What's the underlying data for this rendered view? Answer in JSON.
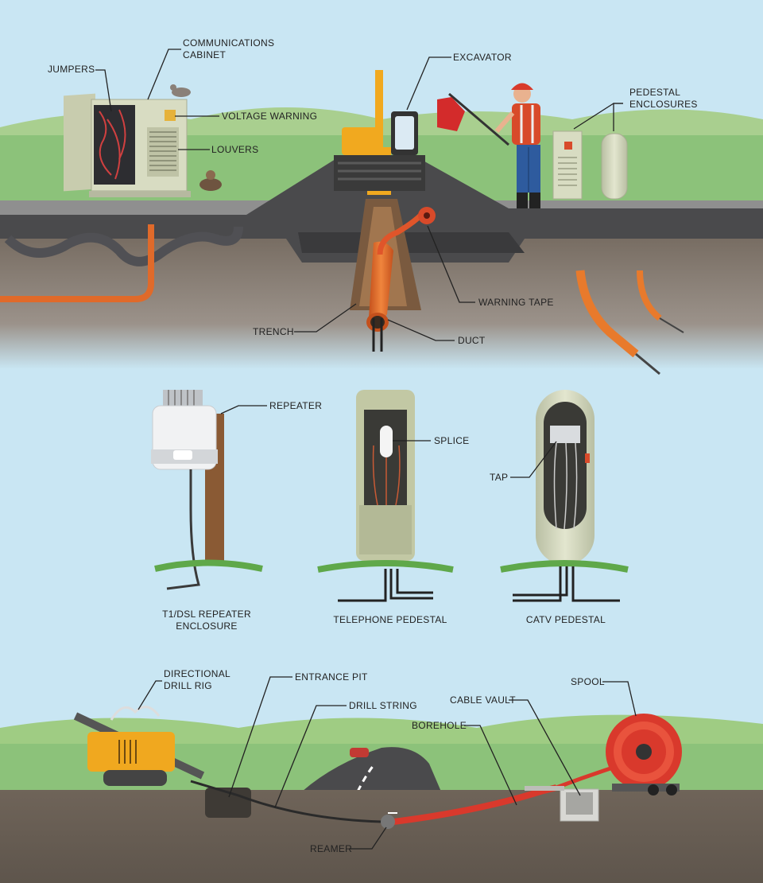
{
  "labels": {
    "communications_cabinet": [
      "COMMUNICATIONS",
      "CABINET"
    ],
    "jumpers": "JUMPERS",
    "voltage_warning": "VOLTAGE WARNING",
    "louvers": "LOUVERS",
    "excavator": "EXCAVATOR",
    "pedestal_enclosures": [
      "PEDESTAL",
      "ENCLOSURES"
    ],
    "warning_tape": "WARNING TAPE",
    "trench": "TRENCH",
    "duct": "DUCT",
    "repeater": "REPEATER",
    "splice": "SPLICE",
    "tap": "TAP",
    "repeater_enclosure": [
      "T1/DSL REPEATER",
      "ENCLOSURE"
    ],
    "telephone_pedestal": "TELEPHONE PEDESTAL",
    "catv_pedestal": "CATV PEDESTAL",
    "directional_drill_rig": [
      "DIRECTIONAL",
      "DRILL RIG"
    ],
    "entrance_pit": "ENTRANCE PIT",
    "drill_string": "DRILL STRING",
    "cable_vault": "CABLE VAULT",
    "borehole": "BOREHOLE",
    "spool": "SPOOL",
    "reamer": "REAMER"
  },
  "colors": {
    "sky": "#c9e6f3",
    "grass": "#8cc27a",
    "asphalt": "#4a4a4c",
    "soil": "#7e7266",
    "duct_orange": "#e06a2a",
    "cabinet": "#d8dcc2",
    "excavator_yellow": "#f1a91f",
    "spool_red": "#d9392c"
  }
}
